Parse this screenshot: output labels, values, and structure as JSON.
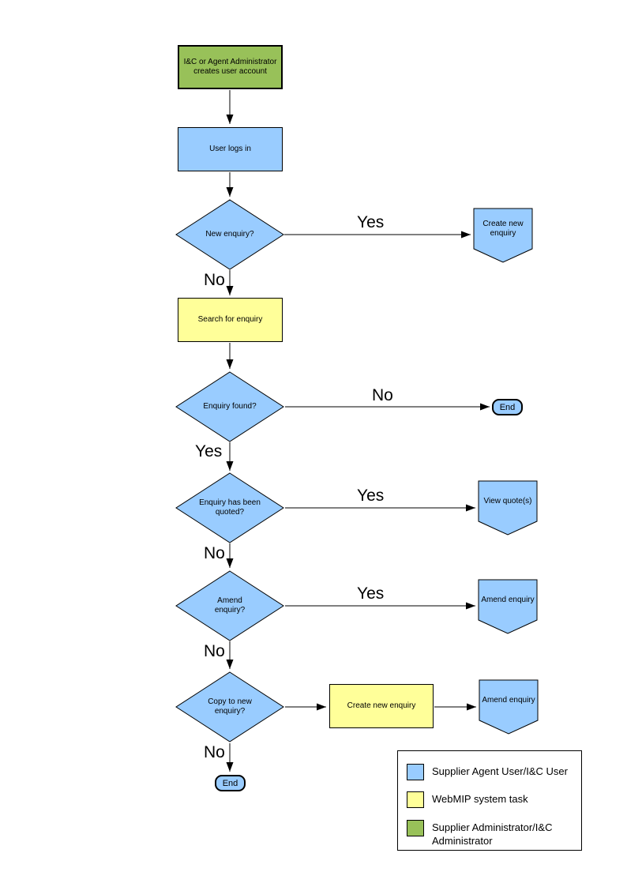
{
  "colors": {
    "user_task": "#99CCFF",
    "system_task": "#FFFF99",
    "admin_task": "#98C159",
    "line": "#000000"
  },
  "flowchart": {
    "nodes": {
      "admin_creates": "I&C or Agent Administrator creates user account",
      "user_logs_in": "User logs in",
      "new_enquiry_q": "New enquiry?",
      "create_new_enquiry_top": "Create new enquiry",
      "search_for_enquiry": "Search for enquiry",
      "enquiry_found_q": "Enquiry found?",
      "end_right": "End",
      "enquiry_quoted_q": "Enquiry has been quoted?",
      "view_quotes": "View quote(s)",
      "amend_enquiry_q": "Amend enquiry?",
      "amend_enquiry_side": "Amend enquiry",
      "copy_to_new_q": "Copy to new enquiry?",
      "create_new_enquiry_mid": "Create new enquiry",
      "amend_enquiry_bottom": "Amend enquiry",
      "end_bottom": "End"
    },
    "edge_labels": {
      "new_enquiry_yes": "Yes",
      "new_enquiry_no": "No",
      "enquiry_found_no": "No",
      "enquiry_found_yes": "Yes",
      "quoted_yes": "Yes",
      "quoted_no": "No",
      "amend_yes": "Yes",
      "amend_no": "No",
      "copy_no": "No"
    }
  },
  "legend": {
    "items": [
      {
        "swatch_color": "#99CCFF",
        "label": "Supplier Agent User/I&C User"
      },
      {
        "swatch_color": "#FFFF99",
        "label": "WebMIP system task"
      },
      {
        "swatch_color": "#98C159",
        "label": "Supplier Administrator/I&C Administrator"
      }
    ]
  }
}
